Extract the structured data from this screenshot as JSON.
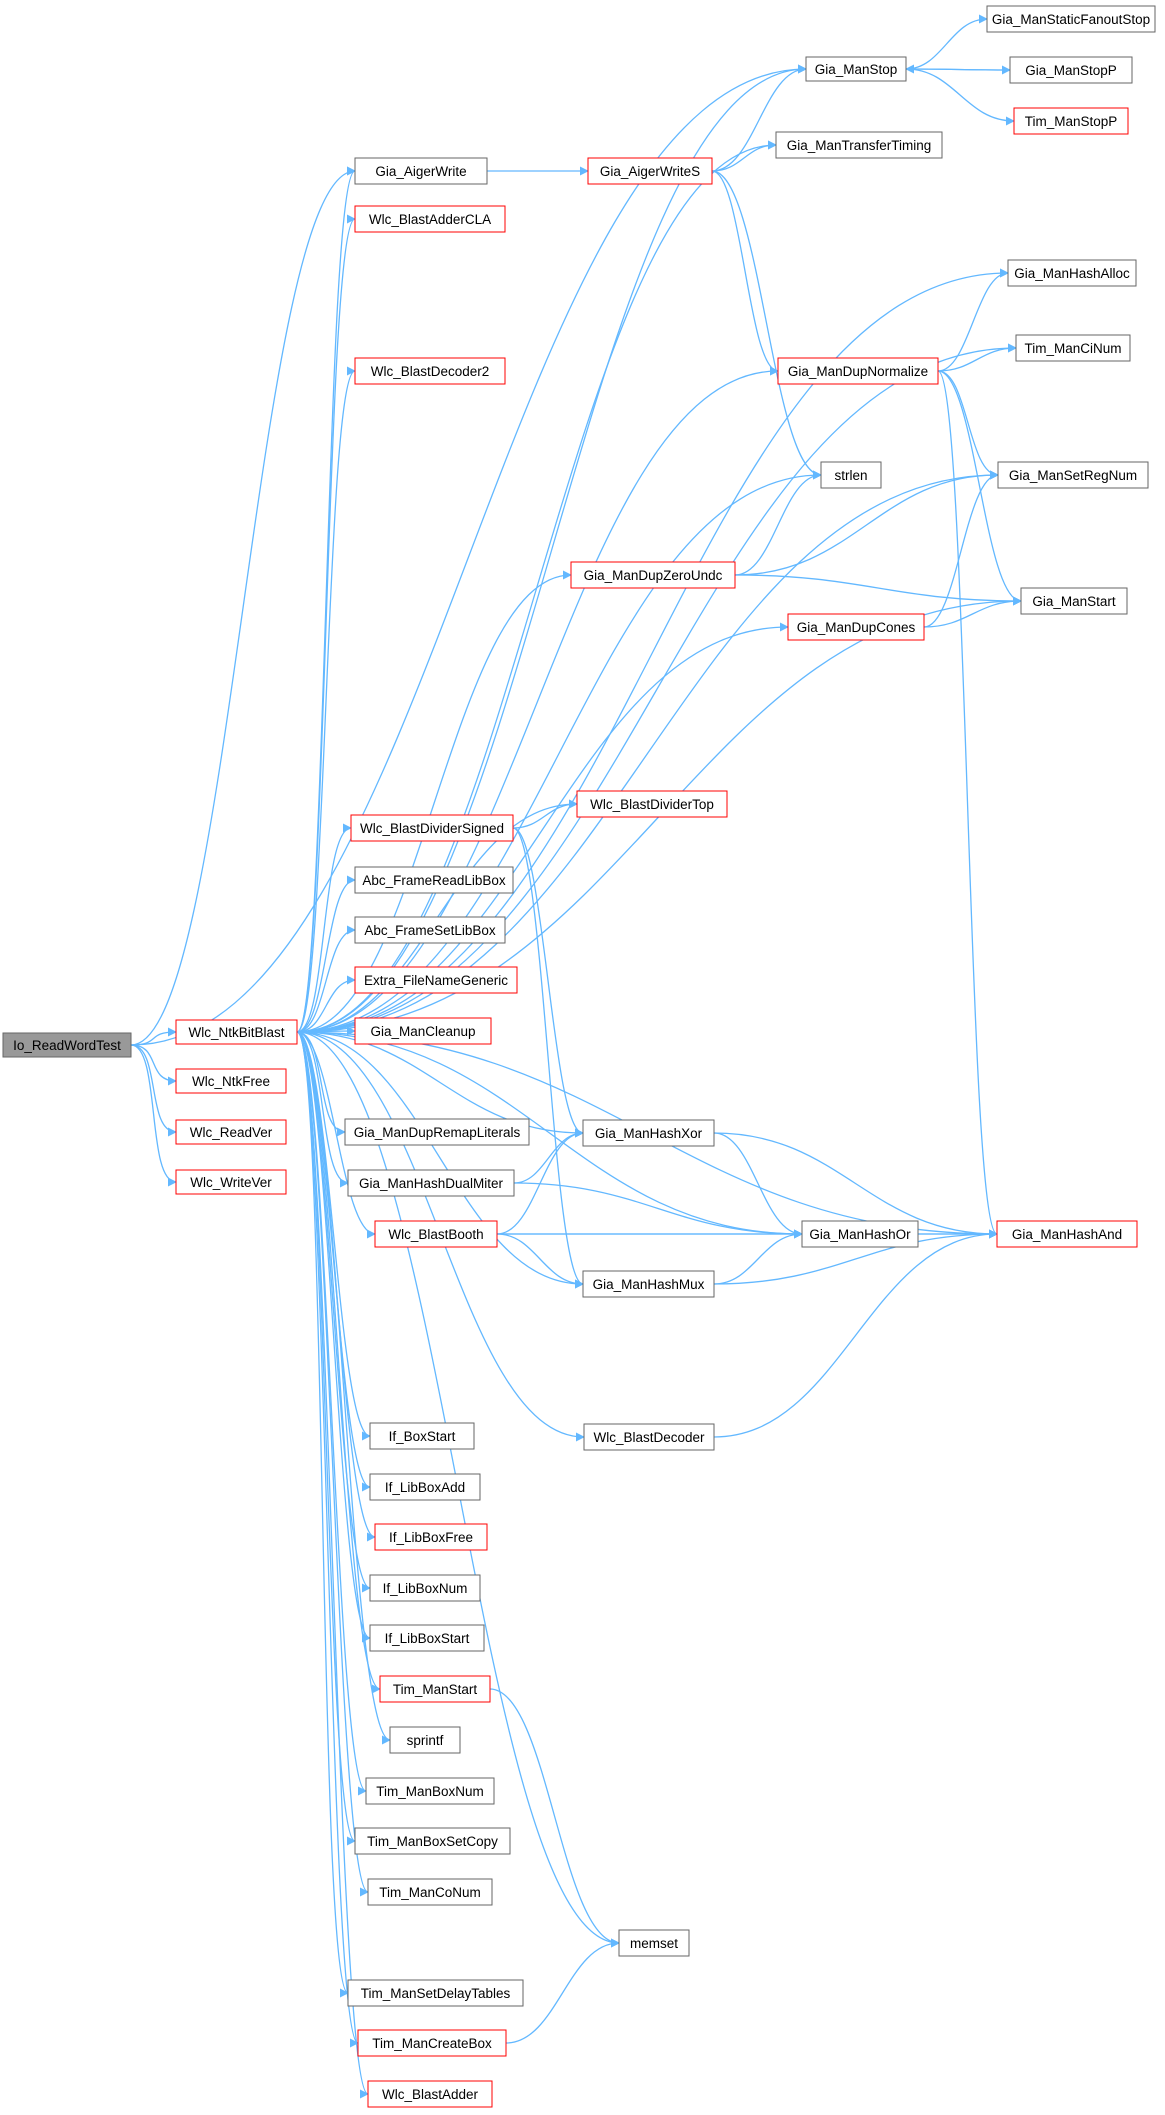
{
  "colors": {
    "edge": "#63b8ff",
    "node_border": "#666666",
    "node_border_truncated": "#ff0000",
    "node_fill": "#ffffff",
    "node_fill_root": "#999999",
    "node_text": "#000000"
  },
  "nodes": [
    {
      "id": "io_readwordtest",
      "label": "Io_ReadWordTest",
      "kind": "root"
    },
    {
      "id": "wlc_ntkbitblast",
      "label": "Wlc_NtkBitBlast",
      "kind": "truncated"
    },
    {
      "id": "wlc_ntkfree",
      "label": "Wlc_NtkFree",
      "kind": "truncated"
    },
    {
      "id": "wlc_readver",
      "label": "Wlc_ReadVer",
      "kind": "truncated"
    },
    {
      "id": "wlc_writever",
      "label": "Wlc_WriteVer",
      "kind": "truncated"
    },
    {
      "id": "gia_aigerwrite",
      "label": "Gia_AigerWrite",
      "kind": "normal"
    },
    {
      "id": "wlc_blastaddercla",
      "label": "Wlc_BlastAdderCLA",
      "kind": "truncated"
    },
    {
      "id": "wlc_blastdecoder2",
      "label": "Wlc_BlastDecoder2",
      "kind": "truncated"
    },
    {
      "id": "wlc_blastdividersigned",
      "label": "Wlc_BlastDividerSigned",
      "kind": "truncated"
    },
    {
      "id": "abc_framereadlibbox",
      "label": "Abc_FrameReadLibBox",
      "kind": "normal"
    },
    {
      "id": "abc_framesetlibbox",
      "label": "Abc_FrameSetLibBox",
      "kind": "normal"
    },
    {
      "id": "extra_filenamegeneric",
      "label": "Extra_FileNameGeneric",
      "kind": "truncated"
    },
    {
      "id": "gia_mancleanup",
      "label": "Gia_ManCleanup",
      "kind": "truncated"
    },
    {
      "id": "gia_manduprremapliterals",
      "label": "Gia_ManDupRemapLiterals",
      "kind": "normal"
    },
    {
      "id": "gia_manhashdualmiter",
      "label": "Gia_ManHashDualMiter",
      "kind": "normal"
    },
    {
      "id": "wlc_blastbooth",
      "label": "Wlc_BlastBooth",
      "kind": "truncated"
    },
    {
      "id": "if_boxstart",
      "label": "If_BoxStart",
      "kind": "normal"
    },
    {
      "id": "if_libboxadd",
      "label": "If_LibBoxAdd",
      "kind": "normal"
    },
    {
      "id": "if_libboxfree",
      "label": "If_LibBoxFree",
      "kind": "truncated"
    },
    {
      "id": "if_libboxnum",
      "label": "If_LibBoxNum",
      "kind": "normal"
    },
    {
      "id": "if_libboxstart",
      "label": "If_LibBoxStart",
      "kind": "normal"
    },
    {
      "id": "tim_manstart",
      "label": "Tim_ManStart",
      "kind": "truncated"
    },
    {
      "id": "sprintf",
      "label": "sprintf",
      "kind": "normal"
    },
    {
      "id": "tim_manboxnum",
      "label": "Tim_ManBoxNum",
      "kind": "normal"
    },
    {
      "id": "tim_manboxsetcopy",
      "label": "Tim_ManBoxSetCopy",
      "kind": "normal"
    },
    {
      "id": "tim_mannconum",
      "label": "Tim_ManCoNum",
      "kind": "normal"
    },
    {
      "id": "tim_mansetdelaytables",
      "label": "Tim_ManSetDelayTables",
      "kind": "normal"
    },
    {
      "id": "tim_mancreatebox",
      "label": "Tim_ManCreateBox",
      "kind": "truncated"
    },
    {
      "id": "wlc_blastadder",
      "label": "Wlc_BlastAdder",
      "kind": "truncated"
    },
    {
      "id": "gia_aigerwrites",
      "label": "Gia_AigerWriteS",
      "kind": "truncated"
    },
    {
      "id": "gia_mandupzeroundc",
      "label": "Gia_ManDupZeroUndc",
      "kind": "truncated"
    },
    {
      "id": "wlc_blastdividertop",
      "label": "Wlc_BlastDividerTop",
      "kind": "truncated"
    },
    {
      "id": "gia_manhashxor",
      "label": "Gia_ManHashXor",
      "kind": "normal"
    },
    {
      "id": "gia_manhashmux",
      "label": "Gia_ManHashMux",
      "kind": "normal"
    },
    {
      "id": "wlc_blastdecoder",
      "label": "Wlc_BlastDecoder",
      "kind": "normal"
    },
    {
      "id": "memset",
      "label": "memset",
      "kind": "normal"
    },
    {
      "id": "gia_manstop",
      "label": "Gia_ManStop",
      "kind": "normal"
    },
    {
      "id": "gia_mandupnormalize",
      "label": "Gia_ManDupNormalize",
      "kind": "truncated"
    },
    {
      "id": "strlen",
      "label": "strlen",
      "kind": "normal"
    },
    {
      "id": "gia_manducones",
      "label": "Gia_ManDupCones",
      "kind": "truncated"
    },
    {
      "id": "gia_manhashor",
      "label": "Gia_ManHashOr",
      "kind": "normal"
    },
    {
      "id": "gia_mantransfertiming",
      "label": "Gia_ManTransferTiming",
      "kind": "normal"
    },
    {
      "id": "gia_manstaticfanoutstop",
      "label": "Gia_ManStaticFanoutStop",
      "kind": "normal"
    },
    {
      "id": "gia_manstopp",
      "label": "Gia_ManStopP",
      "kind": "normal"
    },
    {
      "id": "tim_manstopp",
      "label": "Tim_ManStopP",
      "kind": "truncated"
    },
    {
      "id": "gia_manhashalloc",
      "label": "Gia_ManHashAlloc",
      "kind": "normal"
    },
    {
      "id": "tim_manciNum",
      "label": "Tim_ManCiNum",
      "kind": "normal"
    },
    {
      "id": "gia_mansetregnum",
      "label": "Gia_ManSetRegNum",
      "kind": "normal"
    },
    {
      "id": "gia_manstart",
      "label": "Gia_ManStart",
      "kind": "normal"
    },
    {
      "id": "gia_manhashand",
      "label": "Gia_ManHashAnd",
      "kind": "truncated"
    }
  ],
  "edges": [
    [
      "io_readwordtest",
      "wlc_ntkbitblast"
    ],
    [
      "io_readwordtest",
      "wlc_ntkfree"
    ],
    [
      "io_readwordtest",
      "wlc_readver"
    ],
    [
      "io_readwordtest",
      "wlc_writever"
    ],
    [
      "io_readwordtest",
      "gia_aigerwrite"
    ],
    [
      "io_readwordtest",
      "gia_manstop"
    ],
    [
      "wlc_ntkbitblast",
      "gia_aigerwrite"
    ],
    [
      "wlc_ntkbitblast",
      "wlc_blastaddercla"
    ],
    [
      "wlc_ntkbitblast",
      "wlc_blastdecoder2"
    ],
    [
      "wlc_ntkbitblast",
      "wlc_blastdividersigned"
    ],
    [
      "wlc_ntkbitblast",
      "abc_framereadlibbox"
    ],
    [
      "wlc_ntkbitblast",
      "abc_framesetlibbox"
    ],
    [
      "wlc_ntkbitblast",
      "extra_filenamegeneric"
    ],
    [
      "wlc_ntkbitblast",
      "gia_mancleanup"
    ],
    [
      "wlc_ntkbitblast",
      "gia_manduprremapliterals"
    ],
    [
      "wlc_ntkbitblast",
      "gia_manhashdualmiter"
    ],
    [
      "wlc_ntkbitblast",
      "wlc_blastbooth"
    ],
    [
      "wlc_ntkbitblast",
      "if_boxstart"
    ],
    [
      "wlc_ntkbitblast",
      "if_libboxadd"
    ],
    [
      "wlc_ntkbitblast",
      "if_libboxfree"
    ],
    [
      "wlc_ntkbitblast",
      "if_libboxnum"
    ],
    [
      "wlc_ntkbitblast",
      "if_libboxstart"
    ],
    [
      "wlc_ntkbitblast",
      "tim_manstart"
    ],
    [
      "wlc_ntkbitblast",
      "sprintf"
    ],
    [
      "wlc_ntkbitblast",
      "tim_manboxnum"
    ],
    [
      "wlc_ntkbitblast",
      "tim_manboxsetcopy"
    ],
    [
      "wlc_ntkbitblast",
      "tim_mannconum"
    ],
    [
      "wlc_ntkbitblast",
      "tim_mansetdelaytables"
    ],
    [
      "wlc_ntkbitblast",
      "tim_mancreatebox"
    ],
    [
      "wlc_ntkbitblast",
      "wlc_blastadder"
    ],
    [
      "wlc_ntkbitblast",
      "gia_manstop"
    ],
    [
      "wlc_ntkbitblast",
      "gia_mantransfertiming"
    ],
    [
      "wlc_ntkbitblast",
      "gia_manhashalloc"
    ],
    [
      "wlc_ntkbitblast",
      "tim_manciNum"
    ],
    [
      "wlc_ntkbitblast",
      "gia_mandupnormalize"
    ],
    [
      "wlc_ntkbitblast",
      "gia_mansetregnum"
    ],
    [
      "wlc_ntkbitblast",
      "strlen"
    ],
    [
      "wlc_ntkbitblast",
      "gia_mandupzeroundc"
    ],
    [
      "wlc_ntkbitblast",
      "gia_manducones"
    ],
    [
      "wlc_ntkbitblast",
      "gia_manstart"
    ],
    [
      "wlc_ntkbitblast",
      "gia_manhashand"
    ],
    [
      "wlc_ntkbitblast",
      "wlc_blastdividertop"
    ],
    [
      "wlc_ntkbitblast",
      "gia_manhashxor"
    ],
    [
      "wlc_ntkbitblast",
      "gia_manhashmux"
    ],
    [
      "wlc_ntkbitblast",
      "gia_manhashor"
    ],
    [
      "wlc_ntkbitblast",
      "wlc_blastdecoder"
    ],
    [
      "wlc_ntkbitblast",
      "memset"
    ],
    [
      "gia_aigerwrite",
      "gia_aigerwrites"
    ],
    [
      "gia_aigerwrites",
      "gia_manstop"
    ],
    [
      "gia_aigerwrites",
      "gia_mantransfertiming"
    ],
    [
      "gia_aigerwrites",
      "gia_mandupnormalize"
    ],
    [
      "gia_aigerwrites",
      "strlen"
    ],
    [
      "gia_manstop",
      "gia_manstaticfanoutstop"
    ],
    [
      "gia_manstop",
      "gia_manstopp"
    ],
    [
      "gia_manstop",
      "tim_manstopp"
    ],
    [
      "gia_manstopp",
      "gia_manstop"
    ],
    [
      "gia_mandupnormalize",
      "gia_manhashalloc"
    ],
    [
      "gia_mandupnormalize",
      "tim_manciNum"
    ],
    [
      "gia_mandupnormalize",
      "gia_mansetregnum"
    ],
    [
      "gia_mandupnormalize",
      "gia_manstart"
    ],
    [
      "gia_mandupnormalize",
      "gia_manhashand"
    ],
    [
      "gia_mandupzeroundc",
      "strlen"
    ],
    [
      "gia_mandupzeroundc",
      "gia_mansetregnum"
    ],
    [
      "gia_mandupzeroundc",
      "gia_manstart"
    ],
    [
      "gia_manducones",
      "gia_manstart"
    ],
    [
      "gia_manducones",
      "gia_mansetregnum"
    ],
    [
      "wlc_blastdividersigned",
      "wlc_blastdividertop"
    ],
    [
      "wlc_blastdividersigned",
      "gia_manhashxor"
    ],
    [
      "wlc_blastdividersigned",
      "gia_manhashmux"
    ],
    [
      "gia_manhashdualmiter",
      "gia_manhashxor"
    ],
    [
      "gia_manhashdualmiter",
      "gia_manhashor"
    ],
    [
      "wlc_blastbooth",
      "gia_manhashxor"
    ],
    [
      "wlc_blastbooth",
      "gia_manhashor"
    ],
    [
      "wlc_blastbooth",
      "gia_manhashmux"
    ],
    [
      "wlc_blastbooth",
      "gia_manhashand"
    ],
    [
      "gia_manhashxor",
      "gia_manhashor"
    ],
    [
      "gia_manhashxor",
      "gia_manhashand"
    ],
    [
      "gia_manhashmux",
      "gia_manhashor"
    ],
    [
      "gia_manhashmux",
      "gia_manhashand"
    ],
    [
      "gia_manhashor",
      "gia_manhashand"
    ],
    [
      "wlc_blastdecoder",
      "gia_manhashand"
    ],
    [
      "tim_manstart",
      "memset"
    ],
    [
      "tim_mancreatebox",
      "memset"
    ]
  ]
}
